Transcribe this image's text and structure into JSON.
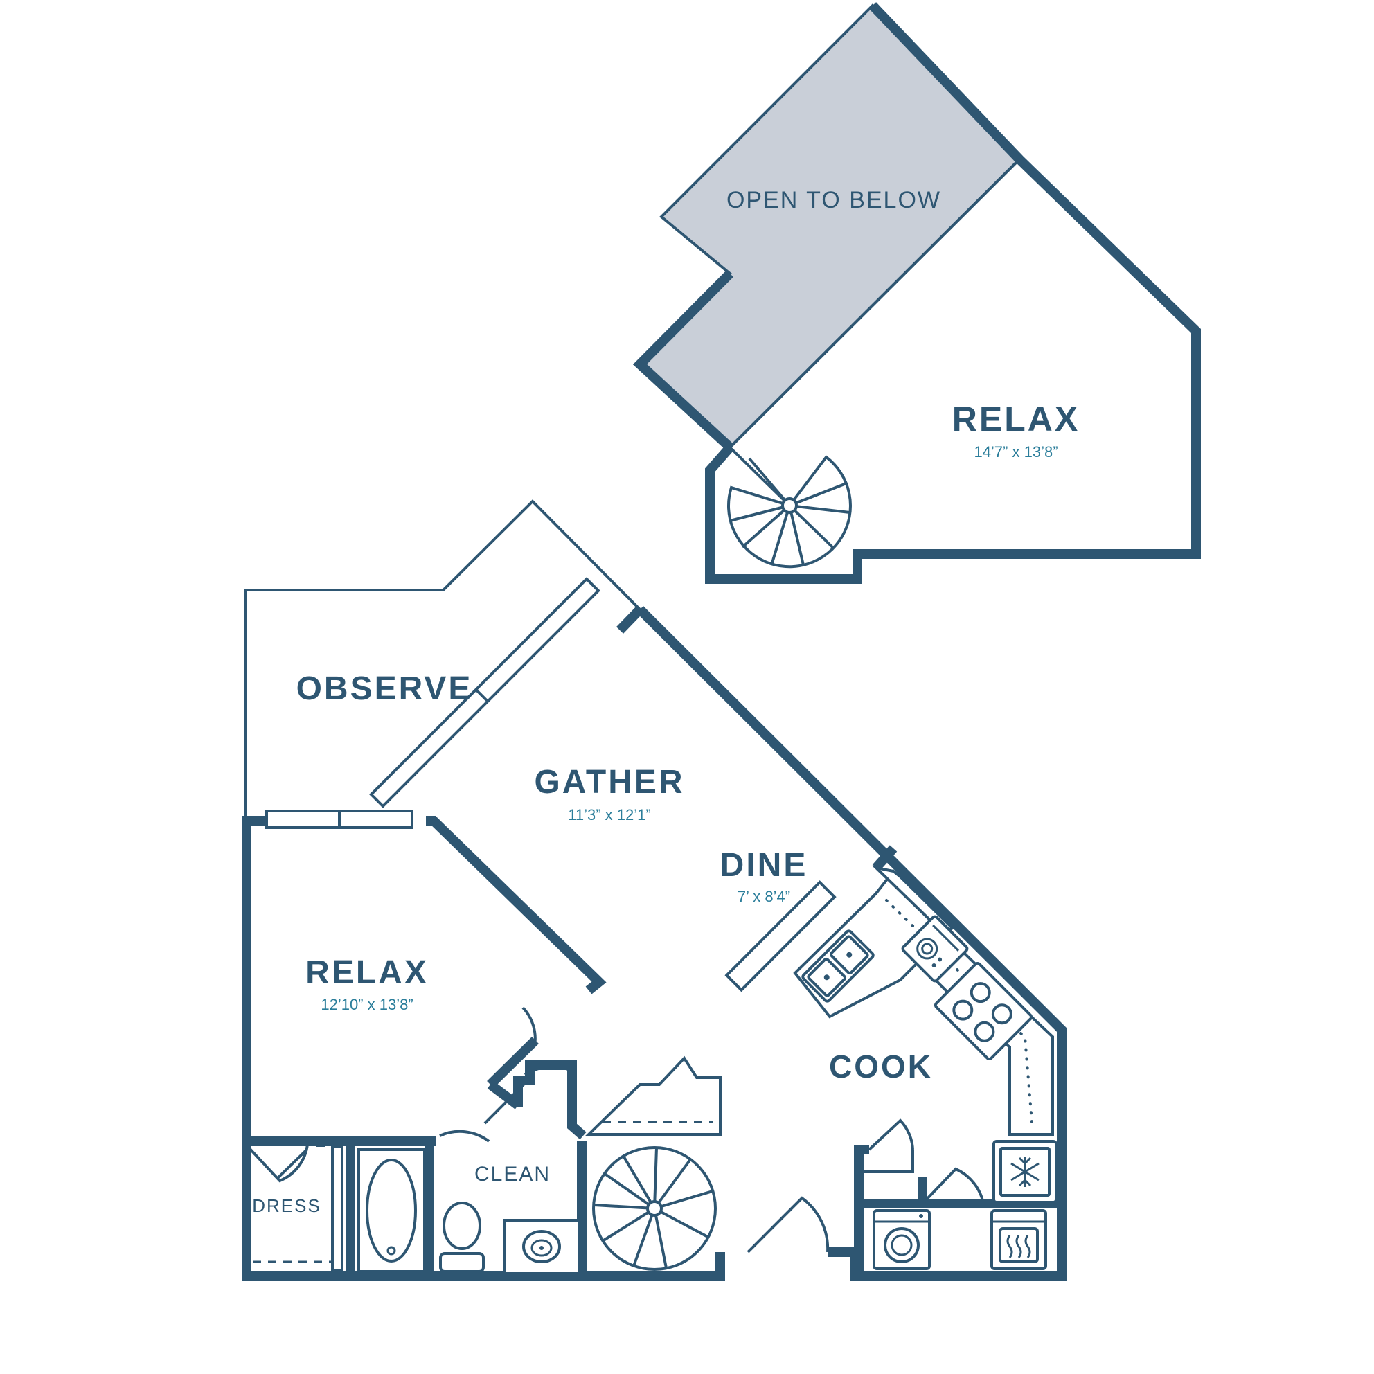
{
  "floorplan": {
    "upper": {
      "open_to_below": "OPEN TO BELOW",
      "relax": {
        "name": "RELAX",
        "dims": "14’7” x 13’8”"
      }
    },
    "lower": {
      "observe": {
        "name": "OBSERVE"
      },
      "gather": {
        "name": "GATHER",
        "dims": "11’3” x 12’1”"
      },
      "dine": {
        "name": "DINE",
        "dims": "7’ x 8’4”"
      },
      "relax": {
        "name": "RELAX",
        "dims": "12’10” x 13’8”"
      },
      "cook": {
        "name": "COOK"
      },
      "clean": {
        "name": "CLEAN"
      },
      "dress": {
        "name": "DRESS"
      }
    }
  },
  "colors": {
    "wall": "#2e5672",
    "open_to_below_fill": "#c9cfd8",
    "dimension_text": "#2a7d9a"
  },
  "icons": [
    "spiral-stair-icon",
    "sink-icon",
    "dishwasher-icon",
    "cooktop-icon",
    "refrigerator-icon",
    "washer-icon",
    "dryer-icon",
    "bathtub-icon",
    "toilet-icon",
    "vanity-sink-icon"
  ]
}
